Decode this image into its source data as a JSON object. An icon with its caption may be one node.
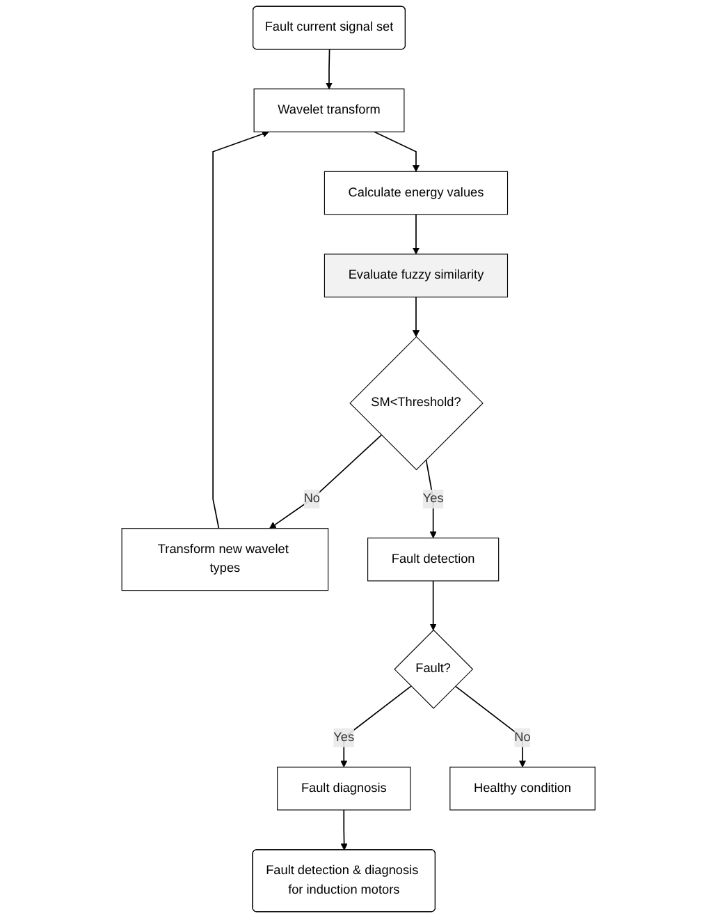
{
  "diagram": {
    "nodes": [
      {
        "text": [
          "Fault current signal set"
        ]
      },
      {
        "text": [
          "Wavelet transform"
        ]
      },
      {
        "text": [
          "Calculate energy values"
        ]
      },
      {
        "text": [
          "Evaluate fuzzy similarity"
        ]
      },
      {
        "text": [
          "SM<Threshold?"
        ]
      },
      {
        "text": [
          "Transform new wavelet types"
        ]
      },
      {
        "text": [
          "Fault detection"
        ]
      },
      {
        "text": [
          "Fault?"
        ]
      },
      {
        "text": [
          "Fault diagnosis"
        ]
      },
      {
        "text": [
          "Healthy condition"
        ]
      },
      {
        "text": [
          "Fault detection & diagnosis for induction motors"
        ]
      }
    ],
    "edges": [
      {
        "from": 0,
        "to": 1,
        "arrow": "to"
      },
      {
        "from": 1,
        "to": 2,
        "arrow": "to"
      },
      {
        "from": 2,
        "to": 3,
        "arrow": "to"
      },
      {
        "from": 3,
        "to": 4,
        "arrow": "to"
      },
      {
        "from": 4,
        "to": 5,
        "arrow": "to",
        "label": "No"
      },
      {
        "from": 5,
        "to": 1,
        "arrow": "to"
      },
      {
        "from": 4,
        "to": 6,
        "arrow": "to",
        "label": "Yes"
      },
      {
        "from": 6,
        "to": 7,
        "arrow": "to"
      },
      {
        "from": 7,
        "to": 8,
        "arrow": "to",
        "label": "Yes"
      },
      {
        "from": 7,
        "to": 9,
        "arrow": "to",
        "label": "No"
      },
      {
        "from": 8,
        "to": 10,
        "arrow": "to"
      }
    ]
  }
}
